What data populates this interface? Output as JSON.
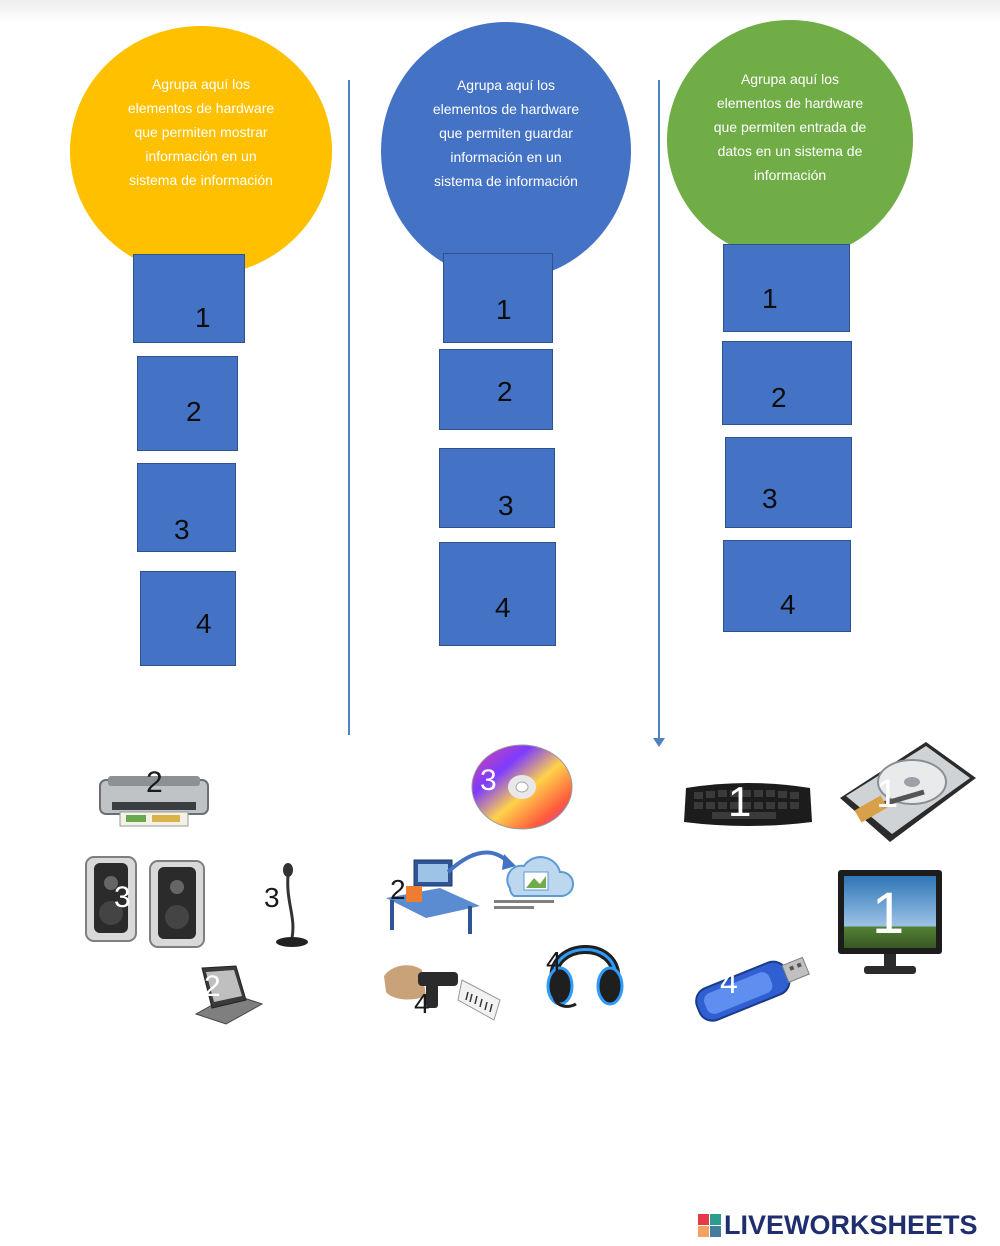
{
  "columns": [
    {
      "id": "mostrar",
      "color": "#ffc000",
      "instruction": "Agrupa aquí los elementos de hardware que permiten mostrar información en un sistema de información",
      "slots": [
        "1",
        "2",
        "3",
        "4"
      ]
    },
    {
      "id": "guardar",
      "color": "#4472c4",
      "instruction": "Agrupa aquí los elementos de hardware que permiten guardar información en un sistema de información",
      "slots": [
        "1",
        "2",
        "3",
        "4"
      ]
    },
    {
      "id": "entrada",
      "color": "#70ad47",
      "instruction": "Agrupa aquí los elementos de hardware que permiten entrada de datos en un sistema de información",
      "slots": [
        "1",
        "2",
        "3",
        "4"
      ]
    }
  ],
  "items": [
    {
      "id": "printer",
      "icon": "printer-icon",
      "number": "2"
    },
    {
      "id": "speakers",
      "icon": "speakers-icon",
      "number": "3"
    },
    {
      "id": "microphone",
      "icon": "microphone-icon",
      "number": "3"
    },
    {
      "id": "scanner",
      "icon": "scanner-icon",
      "number": "2"
    },
    {
      "id": "cd",
      "icon": "cd-icon",
      "number": "3"
    },
    {
      "id": "cloud",
      "icon": "cloud-storage-icon",
      "number": "2"
    },
    {
      "id": "barcode",
      "icon": "barcode-scanner-icon",
      "number": "4"
    },
    {
      "id": "headset",
      "icon": "headset-icon",
      "number": "4"
    },
    {
      "id": "keyboard",
      "icon": "keyboard-icon",
      "number": "1"
    },
    {
      "id": "harddrive",
      "icon": "hard-drive-icon",
      "number": "1"
    },
    {
      "id": "monitor",
      "icon": "monitor-icon",
      "number": "1"
    },
    {
      "id": "usb",
      "icon": "usb-drive-icon",
      "number": "4"
    }
  ],
  "brand": {
    "name": "LIVEWORKSHEETS",
    "colors": [
      "#e63946",
      "#2a9d8f",
      "#f4a261",
      "#457b9d"
    ]
  }
}
